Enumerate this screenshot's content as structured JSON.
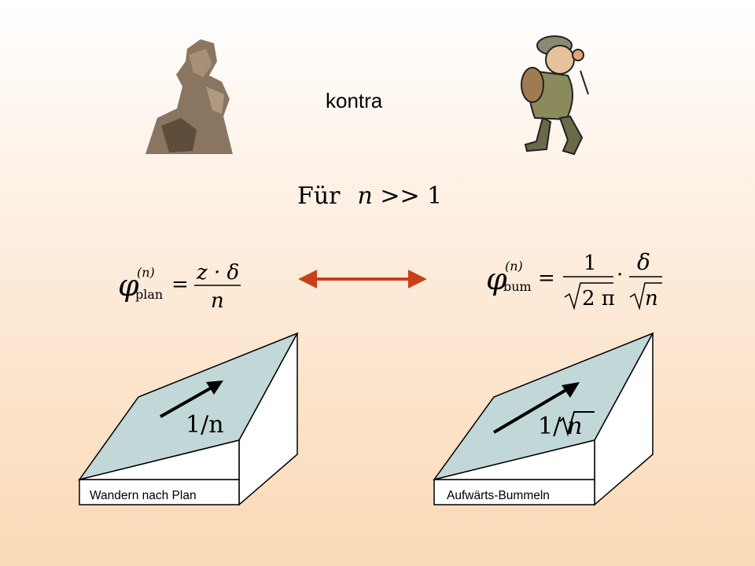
{
  "title": "kontra",
  "condition": {
    "prefix": "Für",
    "variable": "n",
    "relation": ">> 1"
  },
  "formulas": {
    "plan": {
      "symbol": "φ",
      "superscript": "(n)",
      "subscript": "plan",
      "numerator": "z · δ",
      "denominator": "n"
    },
    "bum": {
      "symbol": "φ",
      "superscript": "(n)",
      "subscript": "bum",
      "frac1_numerator": "1",
      "frac1_denominator": "2 π",
      "dot": "·",
      "frac2_numerator": "δ",
      "frac2_denominator": "n"
    }
  },
  "blocks": {
    "left": {
      "caption": "Wandern nach Plan",
      "slope_label": "1/n"
    },
    "right": {
      "caption": "Aufwärts-Bummeln",
      "slope_label_prefix": "1/",
      "slope_label_var": "n"
    }
  },
  "colors": {
    "arrow": "#c8401a",
    "slope_face": "#c2d8d8",
    "block_side": "#ffffff"
  }
}
